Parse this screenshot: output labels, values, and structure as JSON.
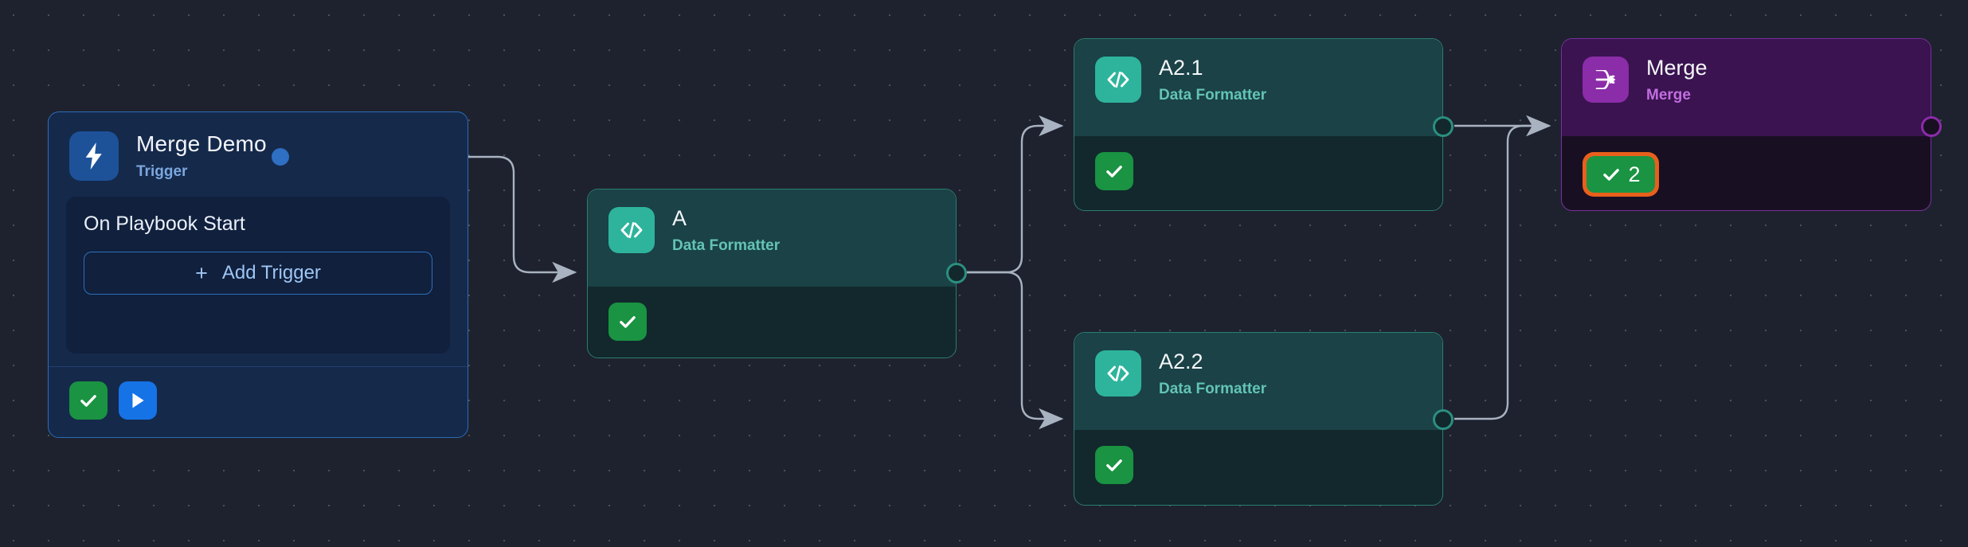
{
  "canvas": {
    "background_color": "#1e222e",
    "dot_color": "#4a4f5c"
  },
  "trigger_node": {
    "title": "Merge Demo",
    "subtitle": "Trigger",
    "icon": "lightning-bolt-icon",
    "icon_bg": "#1d5299",
    "accent": "#2b6cb8",
    "playbook_label": "On Playbook Start",
    "add_trigger_label": "Add Trigger",
    "add_trigger_plus": "+",
    "footer": {
      "status_icon": "check-icon",
      "status_color": "#1a9342",
      "run_icon": "play-icon",
      "run_color": "#1573e6"
    },
    "output_port_color": "#2f6fc4"
  },
  "nodes": [
    {
      "id": "a",
      "title": "A",
      "subtitle": "Data Formatter",
      "icon": "code-brackets-icon",
      "icon_bg": "#2eb49c",
      "accent": "#2b7d71",
      "header_bg": "#1a4247",
      "body_bg": "#12282c",
      "status_icon": "check-icon",
      "status_color": "#1a9342"
    },
    {
      "id": "a21",
      "title": "A2.1",
      "subtitle": "Data Formatter",
      "icon": "code-brackets-icon",
      "icon_bg": "#2eb49c",
      "accent": "#2b7d71",
      "header_bg": "#1a4247",
      "body_bg": "#12282c",
      "status_icon": "check-icon",
      "status_color": "#1a9342"
    },
    {
      "id": "a22",
      "title": "A2.2",
      "subtitle": "Data Formatter",
      "icon": "code-brackets-icon",
      "icon_bg": "#2eb49c",
      "accent": "#2b7d71",
      "header_bg": "#1a4247",
      "body_bg": "#12282c",
      "status_icon": "check-icon",
      "status_color": "#1a9342"
    },
    {
      "id": "merge",
      "title": "Merge",
      "subtitle": "Merge",
      "icon": "merge-arrow-icon",
      "icon_bg": "#8b2ca8",
      "accent": "#7a2f9e",
      "header_bg": "#3a1350",
      "body_bg": "#190f23",
      "status_icon": "check-icon",
      "status_color": "#1a9342",
      "badge_count": "2",
      "badge_ring_color": "#e8601c"
    }
  ],
  "edges": {
    "stroke": "#a8b2c1",
    "connections": [
      {
        "from": "trigger",
        "to": "a"
      },
      {
        "from": "a",
        "to": "a21"
      },
      {
        "from": "a",
        "to": "a22"
      },
      {
        "from": "a21",
        "to": "merge"
      },
      {
        "from": "a22",
        "to": "merge"
      }
    ]
  }
}
